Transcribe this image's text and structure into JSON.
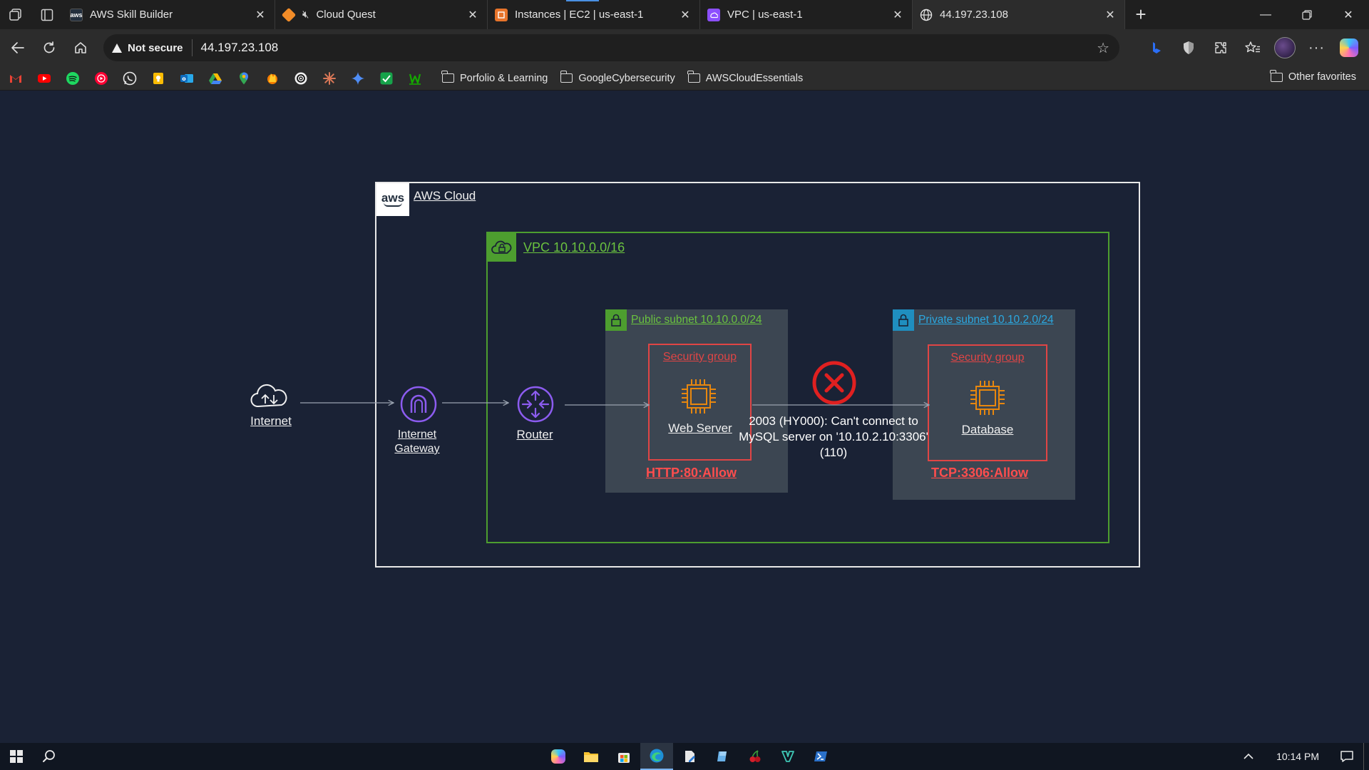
{
  "browser": {
    "tabs": [
      {
        "label": "AWS Skill Builder",
        "favicon": "aws-icon",
        "color": "#232f3e"
      },
      {
        "label": "Cloud Quest",
        "favicon": "cube-icon",
        "color": "#f28c28",
        "muted": true
      },
      {
        "label": "Instances | EC2 | us-east-1",
        "favicon": "ec2-icon",
        "color": "#e8742a"
      },
      {
        "label": "VPC | us-east-1",
        "favicon": "vpc-icon",
        "color": "#8c4fff"
      },
      {
        "label": "44.197.23.108",
        "favicon": "globe-icon",
        "color": "#ffffff",
        "active": true
      }
    ],
    "address": {
      "security_label": "Not secure",
      "url": "44.197.23.108"
    },
    "favorites": {
      "folders": [
        "Porfolio & Learning",
        "GoogleCybersecurity",
        "AWSCloudEssentials"
      ],
      "other": "Other favorites"
    }
  },
  "diagram": {
    "aws_cloud_label": "AWS Cloud",
    "aws_logo_text": "aws",
    "vpc_label": "VPC 10.10.0.0/16",
    "internet_label": "Internet",
    "igw_label_line1": "Internet",
    "igw_label_line2": "Gateway",
    "router_label": "Router",
    "public_subnet_label": "Public subnet 10.10.0.0/24",
    "private_subnet_label": "Private subnet 10.10.2.0/24",
    "web_sg_label": "Security group",
    "db_sg_label": "Security group",
    "web_server_label": "Web Server",
    "database_label": "Database",
    "web_rule": "HTTP:80:Allow",
    "db_rule": "TCP:3306:Allow",
    "error_line1": "2003 (HY000): Can't connect to",
    "error_line2": "MySQL server on '10.10.2.10:3306'",
    "error_line3": "(110)"
  },
  "colors": {
    "vpc_green": "#4d9e2f",
    "private_blue": "#1f8ebf",
    "security_red": "#e04545",
    "chip_orange": "#e8870e",
    "router_purple": "#8c5cf0",
    "error_red": "#e02020"
  },
  "taskbar": {
    "time": "10:14 PM"
  }
}
